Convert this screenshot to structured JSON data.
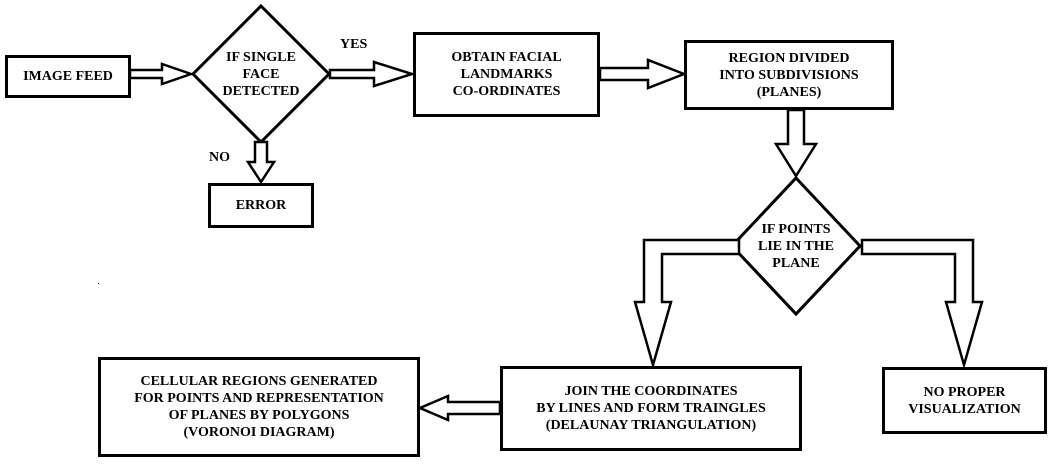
{
  "nodes": {
    "image_feed": {
      "lines": [
        "IMAGE FEED"
      ]
    },
    "single_face": {
      "lines": [
        "IF SINGLE",
        "FACE",
        "DETECTED"
      ]
    },
    "error": {
      "lines": [
        "ERROR"
      ]
    },
    "landmarks": {
      "lines": [
        "OBTAIN FACIAL",
        "LANDMARKS",
        "CO-ORDINATES"
      ]
    },
    "region": {
      "lines": [
        "REGION DIVIDED",
        "INTO SUBDIVISIONS",
        "(PLANES)"
      ]
    },
    "points_plane": {
      "lines": [
        "IF POINTS",
        "LIE IN THE",
        "PLANE"
      ]
    },
    "join": {
      "lines": [
        "JOIN THE COORDINATES",
        "BY LINES AND FORM TRAINGLES",
        "(DELAUNAY TRIANGULATION)"
      ]
    },
    "no_proper": {
      "lines": [
        "NO PROPER",
        "VISUALIZATION"
      ]
    },
    "cellular": {
      "lines": [
        "CELLULAR REGIONS GENERATED",
        "FOR POINTS AND REPRESENTATION",
        "OF PLANES BY POLYGONS",
        "(VORONOI DIAGRAM)"
      ]
    }
  },
  "edge_labels": {
    "yes": "YES",
    "no": "NO"
  }
}
